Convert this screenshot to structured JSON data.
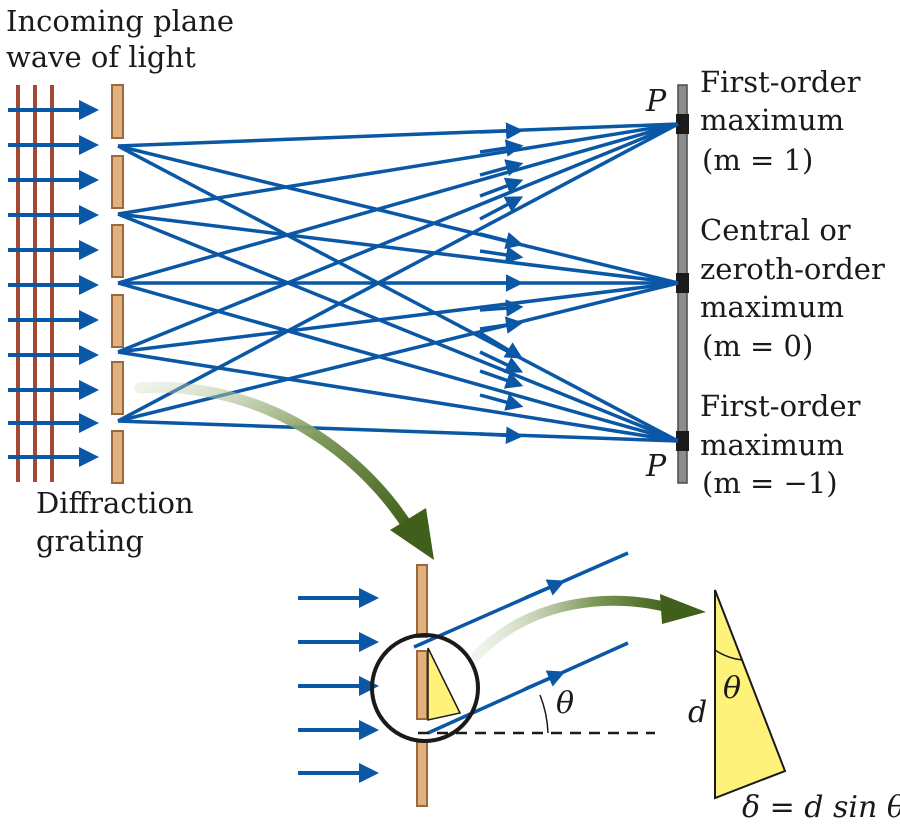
{
  "labels": {
    "incoming_line1": "Incoming plane",
    "incoming_line2": "wave of light",
    "grating_line1": "Diffraction",
    "grating_line2": "grating",
    "first_top_line1": "First-order",
    "first_top_line2": "maximum",
    "first_top_line3": "(m = 1)",
    "central_line1": "Central or",
    "central_line2": "zeroth-order",
    "central_line3": "maximum",
    "central_line4": "(m = 0)",
    "first_bot_line1": "First-order",
    "first_bot_line2": "maximum",
    "first_bot_line3": "(m = −1)",
    "p_top": "P",
    "p_bottom": "P",
    "theta_inset": "θ",
    "theta_triangle": "θ",
    "d_label": "d",
    "delta_formula": "δ = d sin θ"
  },
  "colors": {
    "ray_blue": "#0a57a6",
    "wavefront_red": "#a24833",
    "slit_tan": "#e2b27e",
    "slit_edge": "#9a6a3c",
    "screen_gray": "#8c8c8c",
    "triangle_yellow": "#fff27a",
    "curve_arrow_green": "#4a6a22"
  }
}
